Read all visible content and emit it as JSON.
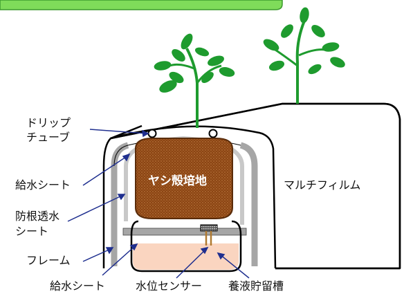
{
  "labels": {
    "drip_tube_line1": "ドリップ",
    "drip_tube_line2": "チューブ",
    "water_sheet_upper": "給水シート",
    "root_sheet_line1": "防根透水",
    "root_sheet_line2": "シート",
    "frame": "フレーム",
    "water_sheet_lower": "給水シート",
    "water_sensor": "水位センサー",
    "nutrient_tank": "養液貯留槽",
    "mulch_film": "マルチフィルム",
    "coir_substrate": "ヤシ殻培地"
  },
  "colors": {
    "substrate": "#8b4513",
    "nutrient_solution": "#fad5c0",
    "frame_gray": "#a6a6a6",
    "plant_green": "#1e9b2e",
    "pointer_line": "#1f2f8f",
    "banner_green": "#7fdc5a"
  }
}
